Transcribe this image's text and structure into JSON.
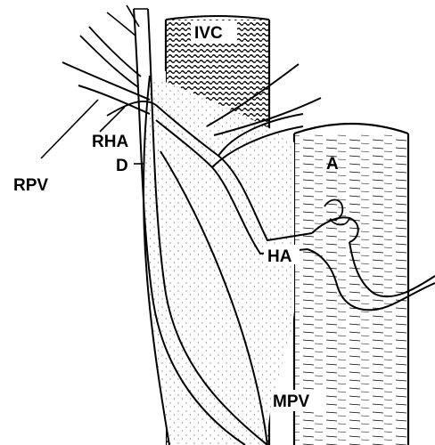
{
  "labels": {
    "ivc": "IVC",
    "a": "A",
    "rha": "RHA",
    "d": "D",
    "rpv": "RPV",
    "ha": "HA",
    "mpv": "MPV"
  },
  "colors": {
    "ink": "#000000",
    "paper": "#ffffff"
  }
}
